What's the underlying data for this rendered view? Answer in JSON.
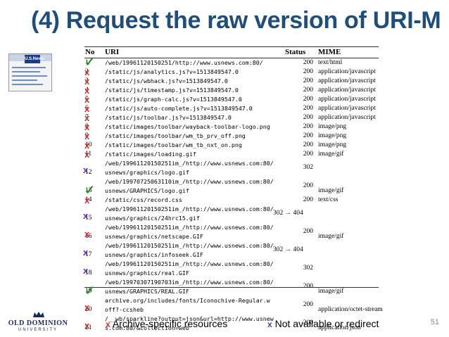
{
  "title": "(4) Request the raw version of URI-M",
  "colors": {
    "title": "#1f4e79",
    "archive_x": "#c0392b",
    "notavail_x": "#7030a0",
    "check": "#2e8b2e"
  },
  "thumbnail": {
    "logo_text": "U.S.News"
  },
  "table": {
    "headers": {
      "no": "No",
      "uri": "URI",
      "status": "Status",
      "mime": "MIME"
    },
    "rows": [
      {
        "no": "1",
        "uri": "/web/19961120150251/http://www.usnews.com:80/",
        "status": "200",
        "mime": "text/html",
        "mark": "check"
      },
      {
        "no": "2",
        "uri": "/static/js/analytics.js?v=1513849547.0",
        "status": "200",
        "mime": "application/javascript",
        "mark": "archive"
      },
      {
        "no": "3",
        "uri": "/static/js/wbhack.js?v=1513849547.0",
        "status": "200",
        "mime": "application/javascript",
        "mark": "archive"
      },
      {
        "no": "4",
        "uri": "/static/js/timestamp.js?v=1513849547.0",
        "status": "200",
        "mime": "application/javascript",
        "mark": "archive"
      },
      {
        "no": "5",
        "uri": "/static/js/graph-calc.js?v=1513849547.0",
        "status": "200",
        "mime": "application/javascript",
        "mark": "archive"
      },
      {
        "no": "6",
        "uri": "/static/js/auto-complete.js?v=1513849547.0",
        "status": "200",
        "mime": "application/javascript",
        "mark": "archive"
      },
      {
        "no": "7",
        "uri": "/static/js/toolbar.js?v=1513849547.0",
        "status": "200",
        "mime": "application/javascript",
        "mark": "archive"
      },
      {
        "no": "8",
        "uri": "/static/images/toolbar/wayback-toolbar-logo.png",
        "status": "200",
        "mime": "image/png",
        "mark": "archive"
      },
      {
        "no": "9",
        "uri": "/static/images/toolbar/wm_tb_prv_off.png",
        "status": "200",
        "mime": "image/png",
        "mark": "archive"
      },
      {
        "no": "10",
        "uri": "/static/images/toolbar/wm_tb_nxt_on.png",
        "status": "200",
        "mime": "image/png",
        "mark": "archive"
      },
      {
        "no": "11",
        "uri": "/static/images/loading.gif",
        "status": "200",
        "mime": "image/gif",
        "mark": "archive"
      },
      {
        "no": "12",
        "uri": "/web/19961120150251im_/http://www.usnews.com:80/\nusnews/graphics/logo.gif",
        "status": "302",
        "mime": "",
        "mark": "notavail"
      },
      {
        "no": "13",
        "uri": "/web/19970725063110im_/http://www.usnews.com:80/\nusnews/GRAPHICS/logo.gif",
        "status": "200",
        "mime": "image/gif",
        "mark": "check"
      },
      {
        "no": "14",
        "uri": "/static/css/record.css",
        "status": "200",
        "mime": "text/css",
        "mark": "archive"
      },
      {
        "no": "15",
        "uri": "/web/19961120150251im_/http://www.usnews.com:80/\nusnews/graphics/24hrc15.gif",
        "status": "302 → 404",
        "mime": "",
        "mark": "notavail"
      },
      {
        "no": "16",
        "uri": "/web/19961120150251im_/http://www.usnews.com:80/\nusnews/graphics/netscape.GIF",
        "status": "200",
        "mime": "image/gif",
        "mark": "archive"
      },
      {
        "no": "17",
        "uri": "/web/19961120150251im_/http://www.usnews.com:80/\nusnews/graphics/infoseek.GIF",
        "status": "302 → 404",
        "mime": "",
        "mark": "notavail"
      },
      {
        "no": "18",
        "uri": "/web/19961120150251im_/http://www.usnews.com:80/\nusnews/graphics/real.GIF",
        "status": "302",
        "mime": "",
        "mark": "notavail"
      },
      {
        "no": "19",
        "uri": "/web/19970307190703im_/http://www.usnews.com:80/\nusnews/GRAPHICS/REAL.GIF",
        "status": "200",
        "mime": "image/gif",
        "mark": "check"
      },
      {
        "no": "20",
        "uri": "archive.org/includes/fonts/Iconochive-Regular.w\noff?-ccsheb",
        "status": "200",
        "mime": "application/octet-stream",
        "mark": "archive"
      },
      {
        "no": "21",
        "uri": "/__wb/sparkline?output=json&url=http://www.usnew\ns.com:80/&collection=web",
        "status": "200",
        "mime": "application/json",
        "mark": "archive"
      }
    ]
  },
  "legend": {
    "archive_mark": "x",
    "archive_label": "Archive-specific resources",
    "notavail_mark": "x",
    "notavail_label": "Not available or redirect"
  },
  "footer": {
    "logo_name": "OLD DOMINION",
    "logo_sub": "UNIVERSITY",
    "page_number": "51"
  }
}
